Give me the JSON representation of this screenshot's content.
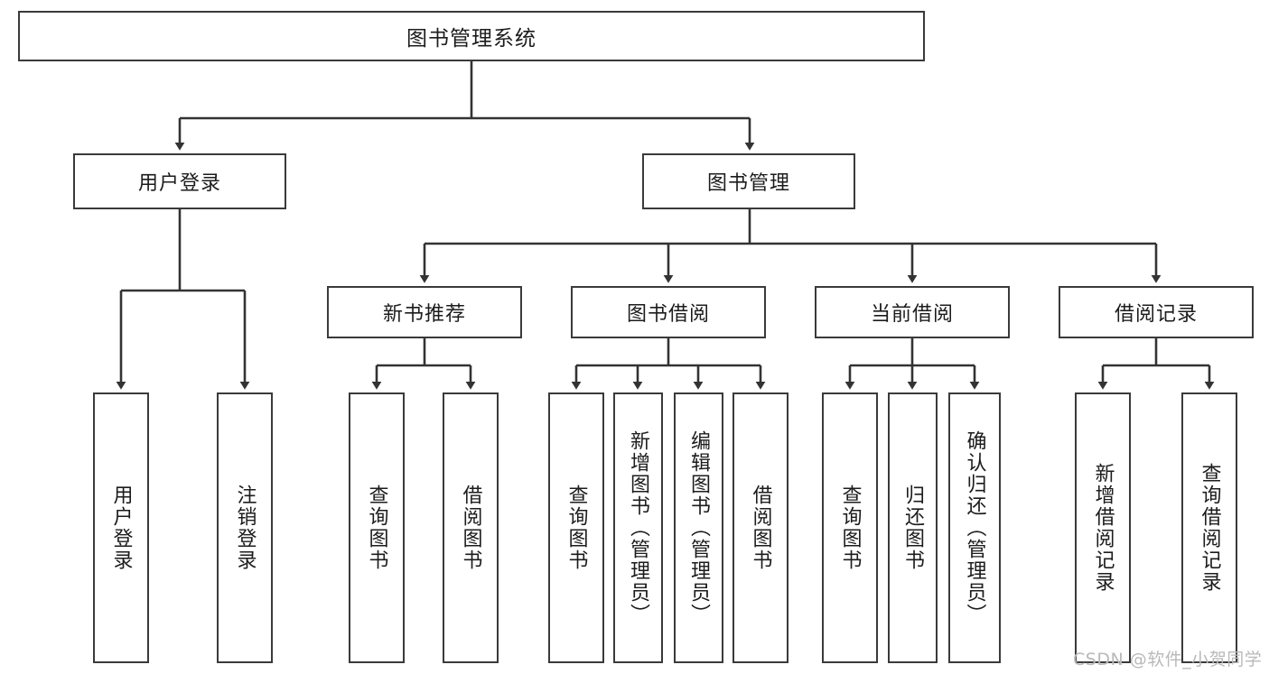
{
  "diagram": {
    "title": "图书管理系统",
    "watermark": "CSDN @软件_小贺同学",
    "theme": {
      "box_border": "#3a3a3a",
      "box_fill": "#ffffff",
      "edge_color": "#333333",
      "text_color": "#1c1c1c",
      "watermark_color": "#b9b9b9",
      "background": "#ffffff"
    },
    "nodes": {
      "root": {
        "label": "图书管理系统"
      },
      "level2": [
        {
          "id": "user-login",
          "label": "用户登录"
        },
        {
          "id": "book-manage",
          "label": "图书管理"
        }
      ],
      "level3": [
        {
          "id": "new-book-recommend",
          "label": "新书推荐"
        },
        {
          "id": "book-borrow",
          "label": "图书借阅"
        },
        {
          "id": "current-borrow",
          "label": "当前借阅"
        },
        {
          "id": "borrow-record",
          "label": "借阅记录"
        }
      ],
      "leaves": [
        {
          "id": "leaf-user-login",
          "label": "用户登录",
          "parent": "user-login"
        },
        {
          "id": "leaf-user-logout",
          "label": "注销登录",
          "parent": "user-login"
        },
        {
          "id": "leaf-query-book-1",
          "label": "查询图书",
          "parent": "new-book-recommend"
        },
        {
          "id": "leaf-borrow-book-1",
          "label": "借阅图书",
          "parent": "new-book-recommend"
        },
        {
          "id": "leaf-query-book-2",
          "label": "查询图书",
          "parent": "book-borrow"
        },
        {
          "id": "leaf-add-book",
          "label": "新增图书（管理员）",
          "parent": "book-borrow"
        },
        {
          "id": "leaf-edit-book",
          "label": "编辑图书（管理员）",
          "parent": "book-borrow"
        },
        {
          "id": "leaf-borrow-book-2",
          "label": "借阅图书",
          "parent": "book-borrow"
        },
        {
          "id": "leaf-query-book-3",
          "label": "查询图书",
          "parent": "current-borrow"
        },
        {
          "id": "leaf-return-book",
          "label": "归还图书",
          "parent": "current-borrow"
        },
        {
          "id": "leaf-confirm-return",
          "label": "确认归还（管理员）",
          "parent": "current-borrow"
        },
        {
          "id": "leaf-add-record",
          "label": "新增借阅记录",
          "parent": "borrow-record"
        },
        {
          "id": "leaf-query-record",
          "label": "查询借阅记录",
          "parent": "borrow-record"
        }
      ]
    }
  }
}
